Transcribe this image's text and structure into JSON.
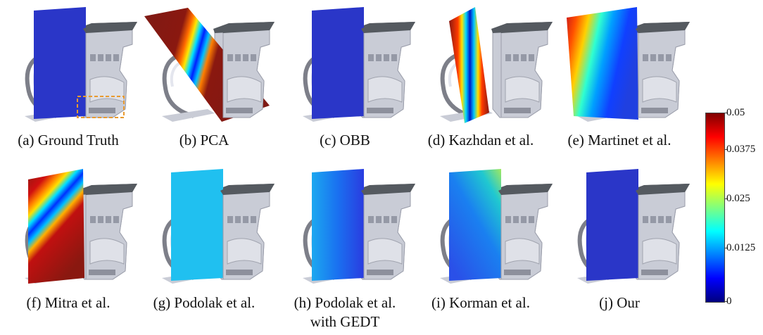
{
  "panels": [
    {
      "id": "a",
      "caption": "(a) Ground Truth",
      "plane": "ground",
      "marker": true
    },
    {
      "id": "b",
      "caption": "(b) PCA",
      "plane": "pca"
    },
    {
      "id": "c",
      "caption": "(c) OBB",
      "plane": "ground"
    },
    {
      "id": "d",
      "caption": "(d) Kazhdan et al.",
      "plane": "kazhdan"
    },
    {
      "id": "e",
      "caption": "(e) Martinet et al.",
      "plane": "martinet"
    },
    {
      "id": "f",
      "caption": "(f) Mitra et al.",
      "plane": "mitra"
    },
    {
      "id": "g",
      "caption": "(g) Podolak et al.",
      "plane": "podolak"
    },
    {
      "id": "h",
      "caption": "(h) Podolak et al.",
      "caption2": "with GEDT",
      "plane": "gedt"
    },
    {
      "id": "i",
      "caption": "(i) Korman et al.",
      "plane": "korman"
    },
    {
      "id": "j",
      "caption": "(j) Our",
      "plane": "ground"
    }
  ],
  "colorbar": {
    "ticks": [
      "0.05",
      "0.0375",
      "0.025",
      "0.0125",
      "0"
    ],
    "colormap": "jet",
    "range": [
      0,
      0.05
    ]
  },
  "colors": {
    "model": "#c9ccd6",
    "model_dark": "#7d7f89",
    "top": "#555a60",
    "marker": "#e89a30"
  }
}
